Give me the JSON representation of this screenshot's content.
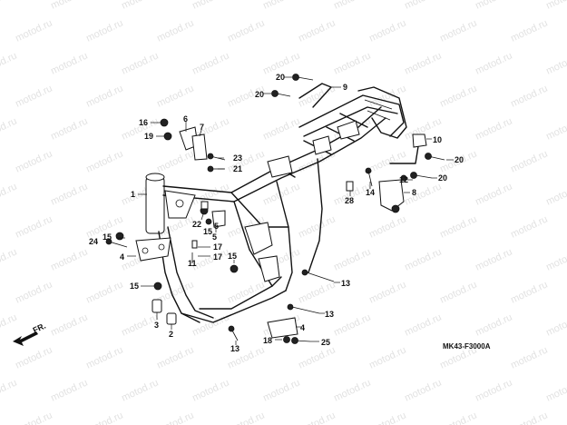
{
  "watermark": "motod.ru",
  "diagram_code": "MK43-F3000A",
  "direction_label": "FR.",
  "callouts": {
    "c1": "1",
    "c2": "2",
    "c3": "3",
    "c4a": "4",
    "c4b": "4",
    "c5a": "5",
    "c5b": "5",
    "c6": "6",
    "c7": "7",
    "c8": "8",
    "c9": "9",
    "c10": "10",
    "c11": "11",
    "c12": "12",
    "c13a": "13",
    "c13b": "13",
    "c13c": "13",
    "c14": "14",
    "c15a": "15",
    "c15b": "15",
    "c15c": "15",
    "c15d": "15",
    "c16": "16",
    "c17a": "17",
    "c17b": "17",
    "c18": "18",
    "c19": "19",
    "c20a": "20",
    "c20b": "20",
    "c20c": "20",
    "c20d": "20",
    "c21": "21",
    "c22": "22",
    "c23": "23",
    "c24": "24",
    "c25": "25",
    "c28": "28"
  }
}
